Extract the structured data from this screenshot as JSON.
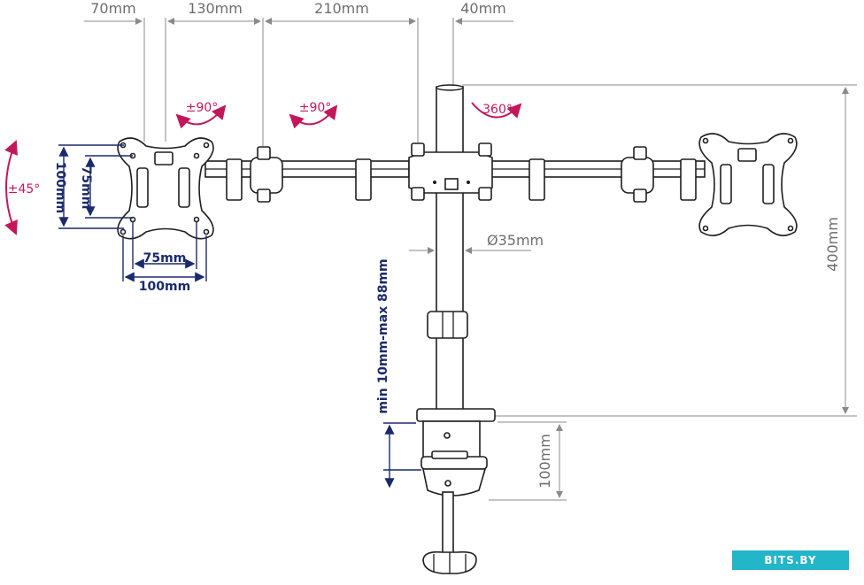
{
  "dimensions": {
    "d70": "70mm",
    "d130": "130mm",
    "d210": "210mm",
    "d40": "40mm",
    "height": "400mm",
    "pole_diameter": "Ø35mm",
    "clamp_range": "min 10mm-max 88mm",
    "clamp_height": "100mm",
    "vesa_h75": "75mm",
    "vesa_h100": "100mm",
    "vesa_v75": "75mm",
    "vesa_v100": "100mm"
  },
  "rotations": {
    "tilt": "±45°",
    "swivel1": "±90°",
    "swivel2": "±90°",
    "pole": "360°"
  },
  "watermark": "BITS.BY",
  "colors": {
    "dimension_gray": "#6e6e6e",
    "dimension_blue": "#1a2a6c",
    "rotation_magenta": "#c2185b",
    "badge": "#23b5c8"
  }
}
